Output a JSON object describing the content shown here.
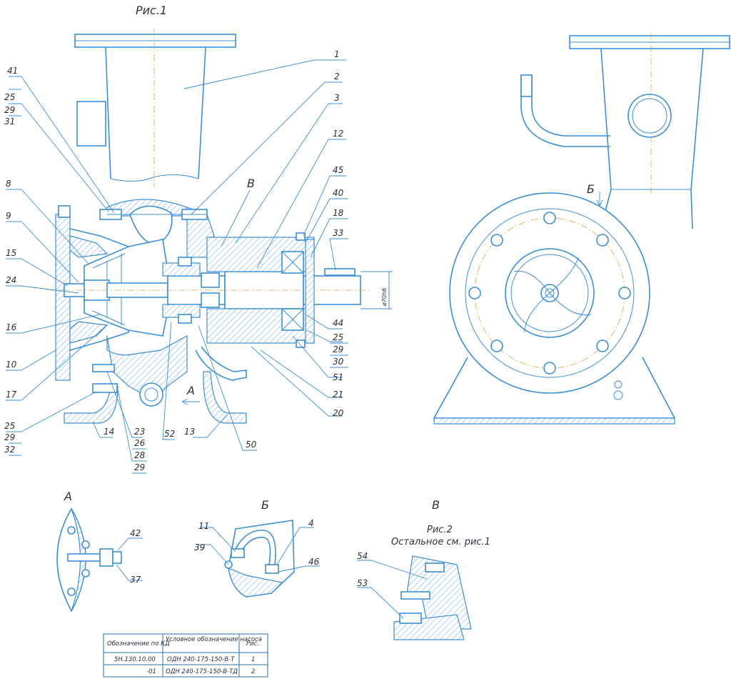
{
  "figure1": {
    "title": "Рис.1",
    "callouts": [
      "1",
      "2",
      "3",
      "12",
      "45",
      "40",
      "18",
      "33",
      "41",
      "25",
      "29",
      "31",
      "8",
      "9",
      "15",
      "24",
      "16",
      "10",
      "17",
      "25",
      "29",
      "32",
      "14",
      "23",
      "26",
      "28",
      "29",
      "52",
      "13",
      "50",
      "44",
      "25",
      "29",
      "30",
      "51",
      "21",
      "20"
    ],
    "view_b_mark": "В",
    "view_a_mark": "А",
    "dimension": "ø70h6"
  },
  "side_view": {
    "view_mark": "Б"
  },
  "detail_a": {
    "title": "А",
    "callouts": [
      "42",
      "37"
    ]
  },
  "detail_b": {
    "title": "Б",
    "callouts": [
      "11",
      "39",
      "4",
      "46"
    ]
  },
  "detail_v": {
    "title": "В",
    "subtitle": "Рис.2",
    "note": "Остальное см. рис.1",
    "callouts": [
      "54",
      "53"
    ]
  },
  "table": {
    "headers": [
      "Обозначение по КД",
      "Условное обозначение насоса",
      "Рис."
    ],
    "rows": [
      [
        "5Н.130.10.00",
        "ОДН 240-175-150-В-Т",
        "1"
      ],
      [
        "-01",
        "ОДН 240-175-150-В-ТД",
        "2"
      ]
    ]
  }
}
